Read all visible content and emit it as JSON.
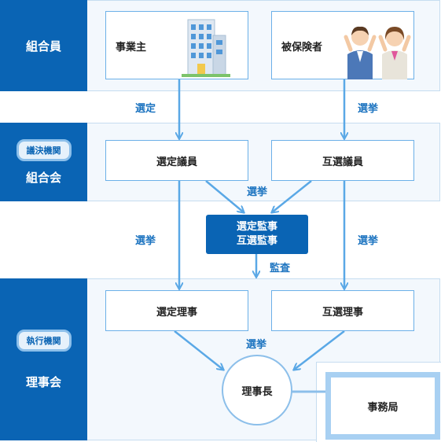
{
  "sections": {
    "kumiaiin": {
      "label": "組合員"
    },
    "kumiaikai": {
      "label": "組合会",
      "badge": "議決機関"
    },
    "rijikai": {
      "label": "理事会",
      "badge": "執行機関"
    }
  },
  "nodes": {
    "jigyounushi": "事業主",
    "hihokensha": "被保険者",
    "sentei_giin": "選定議員",
    "gosen_giin": "互選議員",
    "kanji_1": "選定監事",
    "kanji_2": "互選監事",
    "sentei_riji": "選定理事",
    "gosen_riji": "互選理事",
    "rijichou": "理事長",
    "jimukyoku": "事務局"
  },
  "edges": {
    "sentei": "選定",
    "senkyo": "選挙",
    "kansa": "監査"
  },
  "colors": {
    "primary": "#0a64b4",
    "accent": "#5aa8e6",
    "band": "#f3f8fd"
  }
}
